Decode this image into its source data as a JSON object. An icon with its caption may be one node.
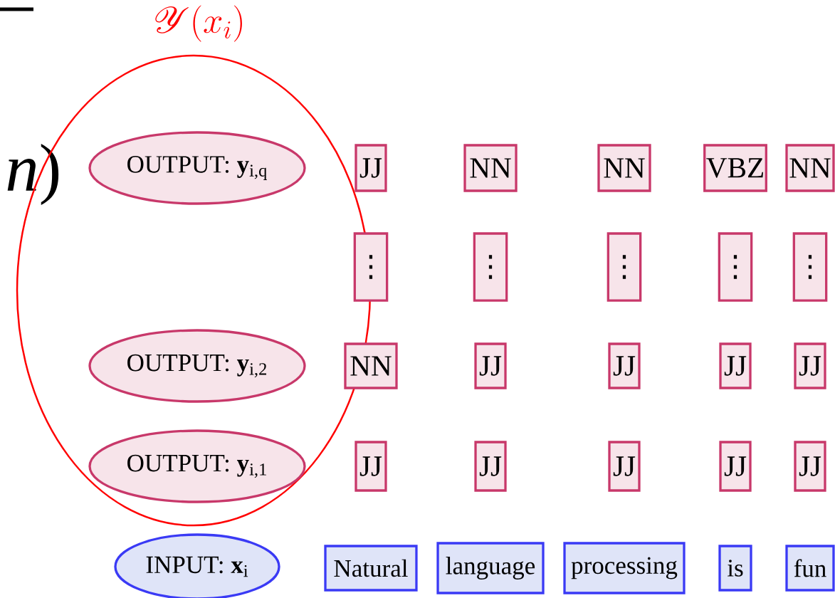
{
  "diagram": {
    "nodes": [
      {
        "text": [
          "\\mathscr{Y}(x_i)"
        ]
      },
      {
        "text": [
          "OUTPUT: **y**$_{i,q}$"
        ],
        "in": 0
      },
      {
        "text": [
          "JJ"
        ]
      },
      {
        "text": [
          "NN"
        ]
      },
      {
        "text": [
          "NN"
        ]
      },
      {
        "text": [
          "VBZ"
        ]
      },
      {
        "text": [
          "NN"
        ]
      },
      {
        "text": [
          "⋮"
        ]
      },
      {
        "text": [
          "⋮"
        ]
      },
      {
        "text": [
          "⋮"
        ]
      },
      {
        "text": [
          "⋮"
        ]
      },
      {
        "text": [
          "⋮"
        ]
      },
      {
        "text": [
          "OUTPUT: **y**$_{i,2}$"
        ],
        "in": 0
      },
      {
        "text": [
          "NN"
        ]
      },
      {
        "text": [
          "JJ"
        ]
      },
      {
        "text": [
          "JJ"
        ]
      },
      {
        "text": [
          "JJ"
        ]
      },
      {
        "text": [
          "JJ"
        ]
      },
      {
        "text": [
          "OUTPUT: **y**$_{i,1}$"
        ],
        "in": 0
      },
      {
        "text": [
          "JJ"
        ]
      },
      {
        "text": [
          "JJ"
        ]
      },
      {
        "text": [
          "JJ"
        ]
      },
      {
        "text": [
          "JJ"
        ]
      },
      {
        "text": [
          "JJ"
        ]
      },
      {
        "text": [
          "INPUT: **x**$_{i}$"
        ]
      },
      {
        "text": [
          "Natural"
        ]
      },
      {
        "text": [
          "language"
        ]
      },
      {
        "text": [
          "processing"
        ]
      },
      {
        "text": [
          "is"
        ]
      },
      {
        "text": [
          "fun"
        ]
      }
    ],
    "labels": [
      "*n*)"
    ]
  }
}
